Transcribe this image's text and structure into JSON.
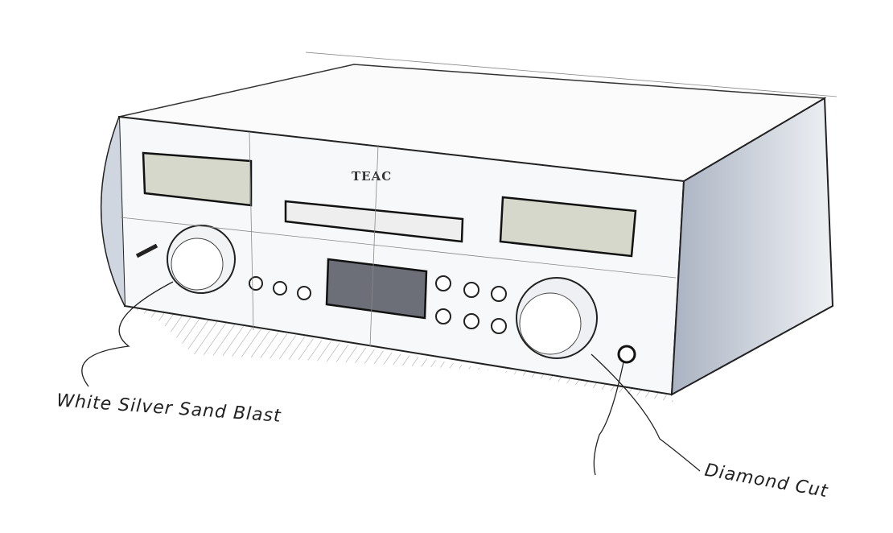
{
  "brand_logo": "TEAC",
  "annotations": {
    "finish_left": "White Silver  Sand Blast",
    "finish_right": "Diamond Cut"
  },
  "colors": {
    "ink": "#222222",
    "shade": "#b8c0cc",
    "display": "#c9cbbf"
  }
}
